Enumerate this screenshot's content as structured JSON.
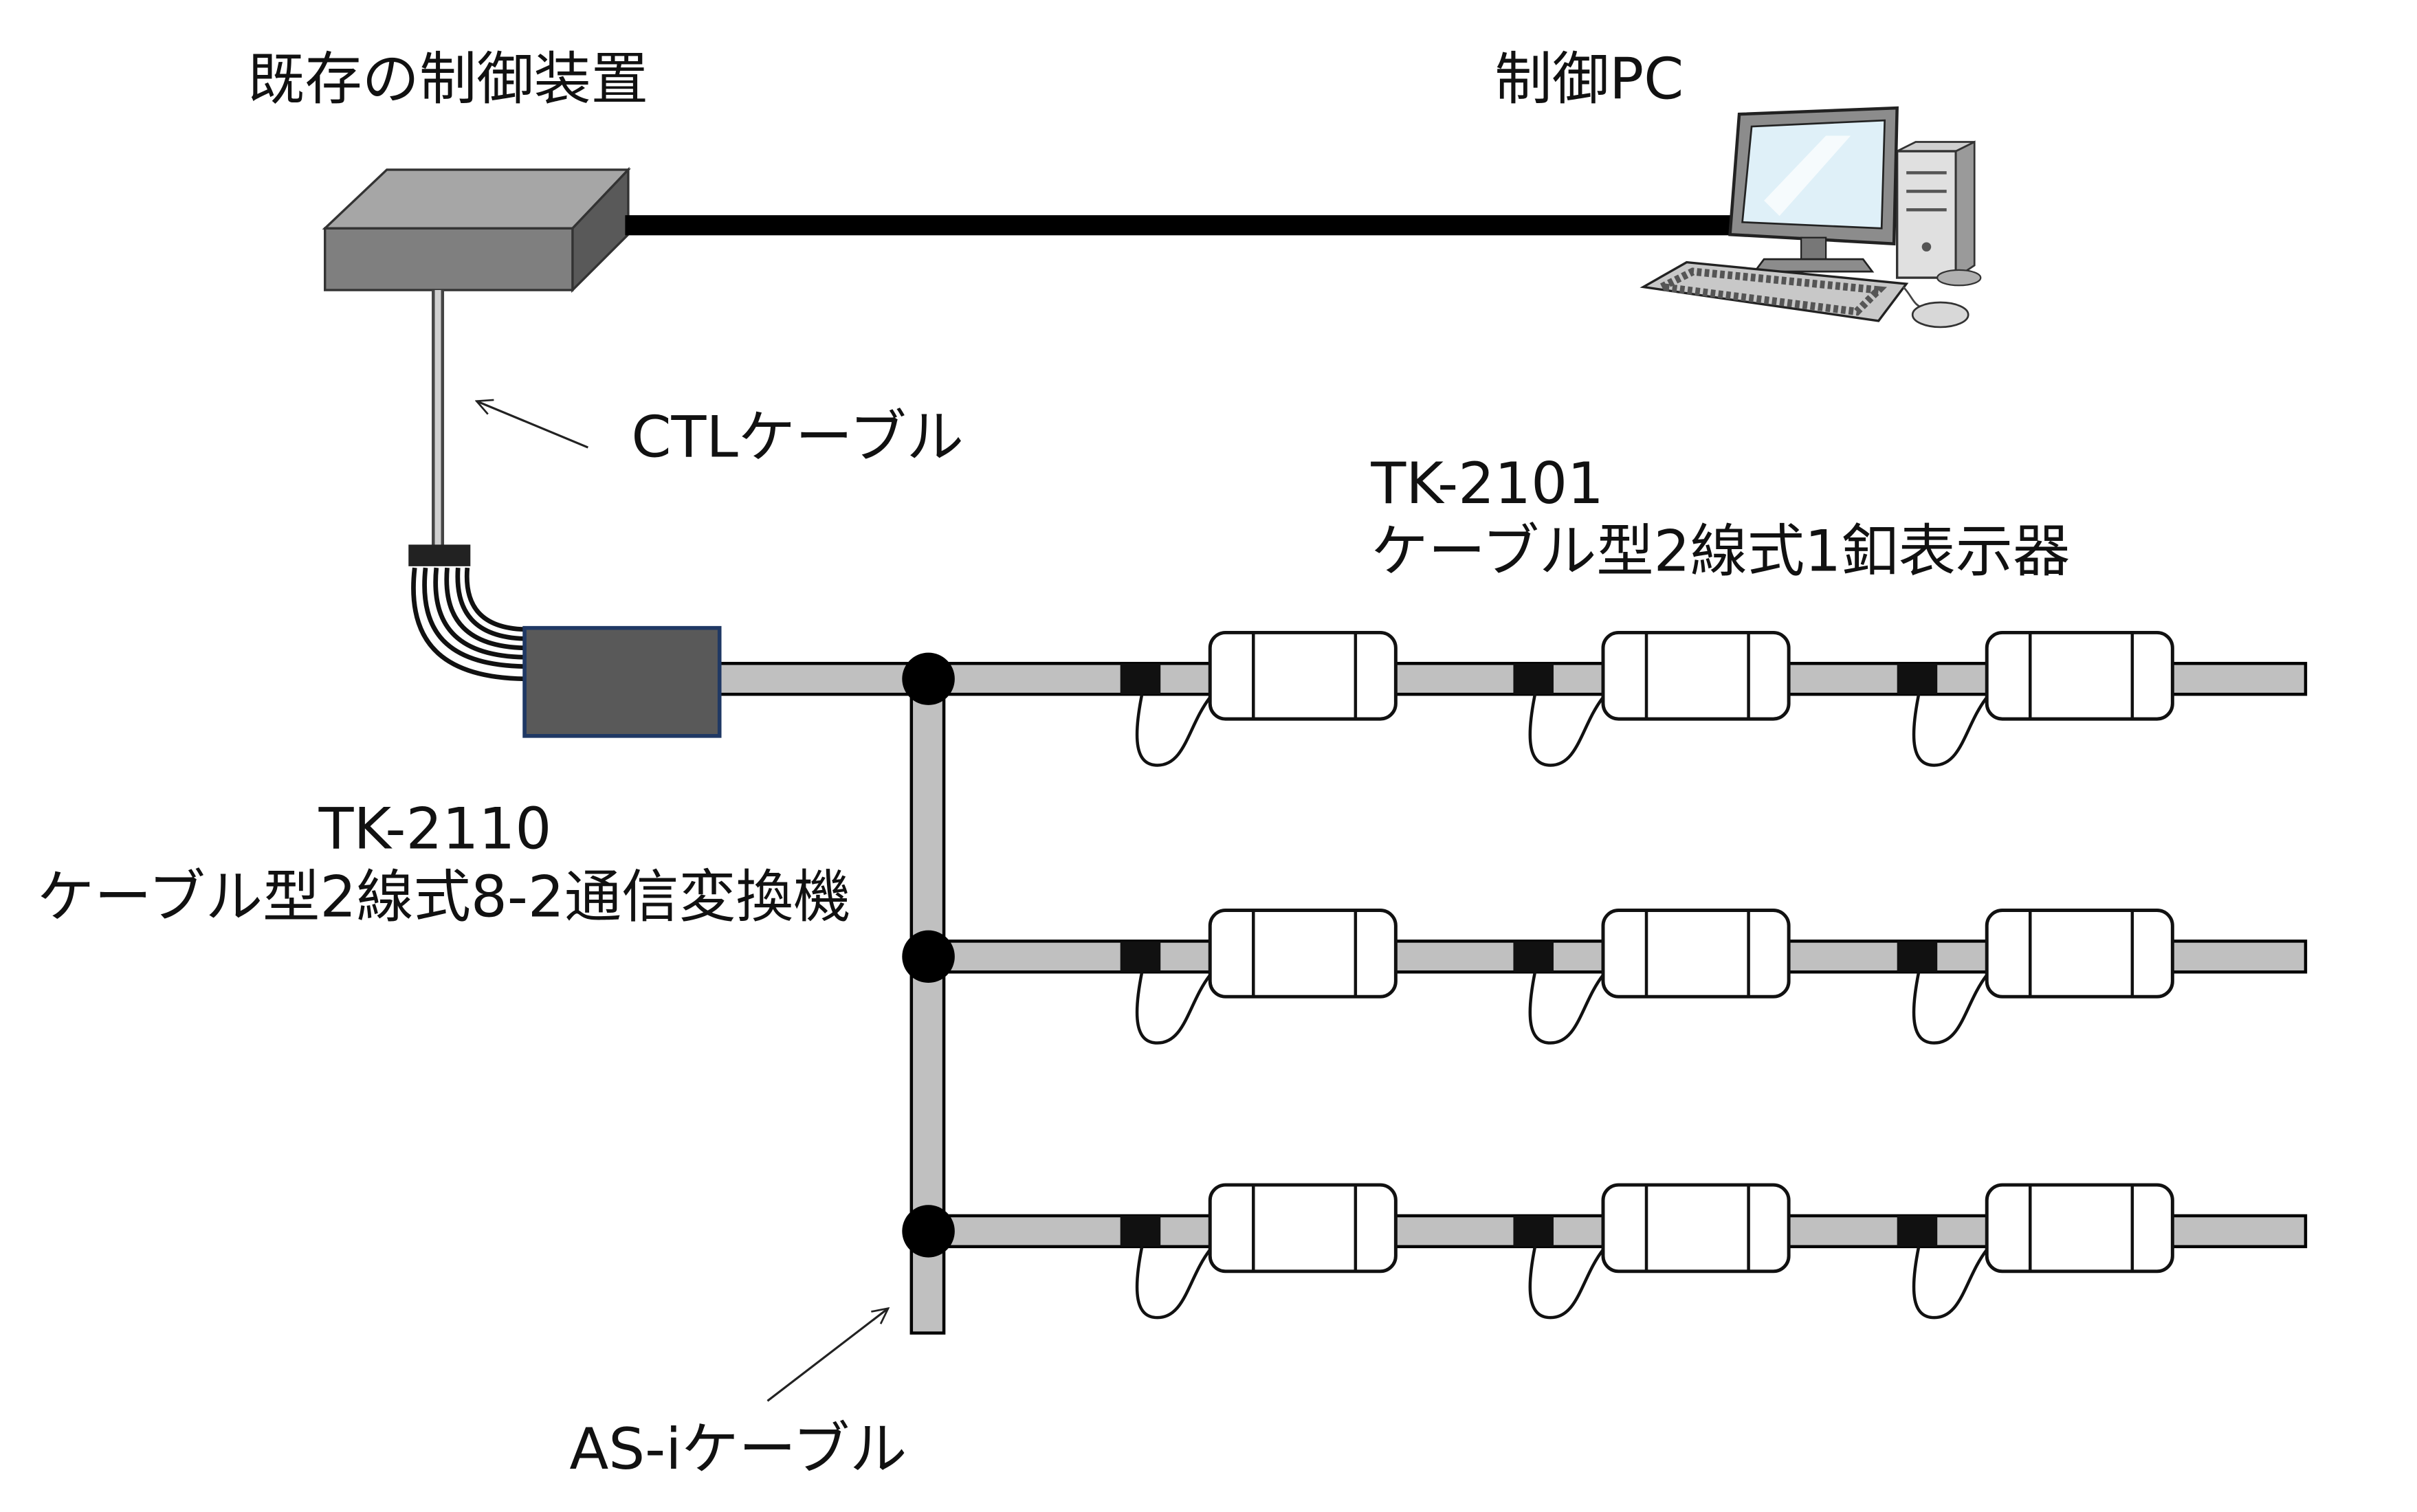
{
  "labels": {
    "existing_controller": "既存の制御装置",
    "control_pc": "制御PC",
    "ctl_cable": "CTLケーブル",
    "display_model": "TK-2101",
    "display_desc": "ケーブル型2線式1釦表示器",
    "converter_model": "TK-2110",
    "converter_desc": "ケーブル型2線式8-2通信変換機",
    "asi_cable": "AS-iケーブル"
  },
  "colors": {
    "cable_fill": "#c0c0c0",
    "cable_stroke": "#000000",
    "converter_fill": "#595959",
    "converter_stroke": "#1f3864",
    "controller_fill": "#7f7f7f",
    "node": "#000000",
    "background": "#ffffff"
  },
  "topology": {
    "bus_rows": 3,
    "displays_per_row": 3
  }
}
